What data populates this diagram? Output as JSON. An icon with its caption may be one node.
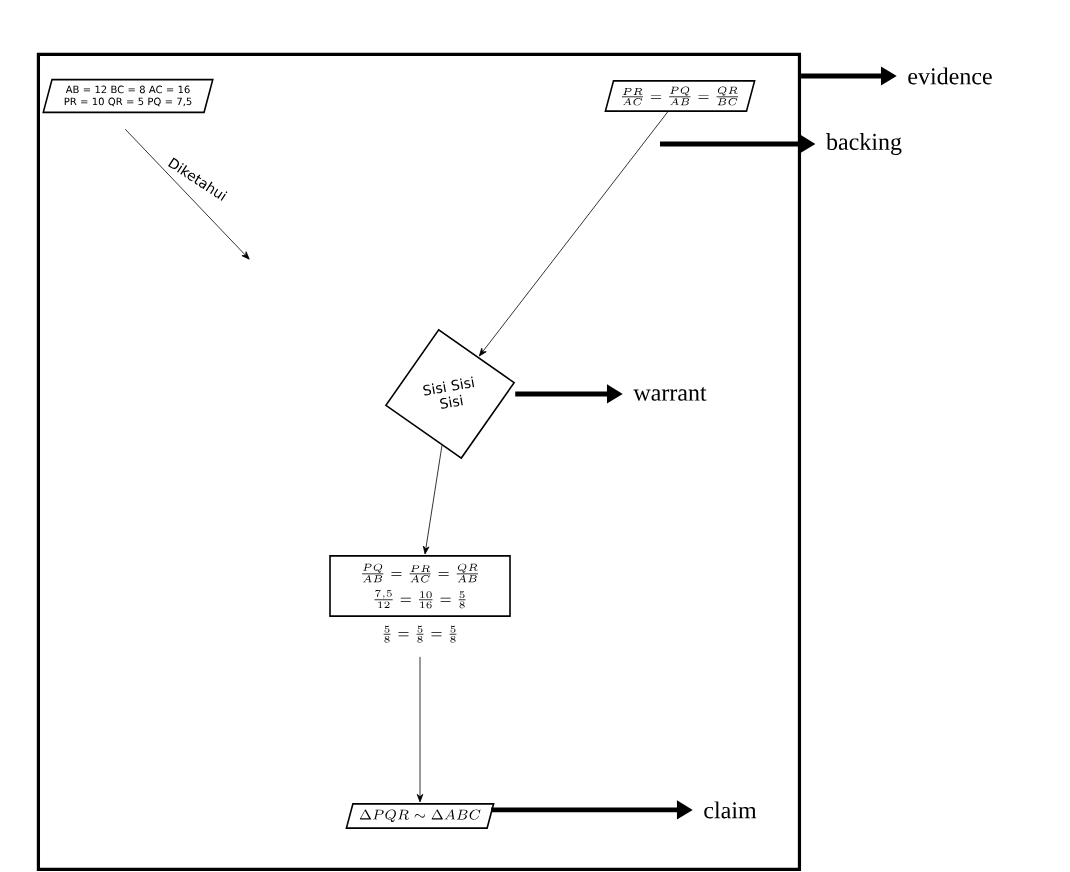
{
  "diagram": {
    "nodes": [
      {
        "text": [],
        "shape": "box"
      },
      {
        "text": [
          "AB = 12 BC = 8 AC = 16 PR = 10 QR = 5 PQ = 7,5"
        ],
        "in": 0
      },
      {
        "text": [
          "\\frac{PR}{AC}=\\frac{PQ}{AB}=\\frac{QR}{BC}"
        ],
        "in": 0
      },
      {
        "text": [
          "Sisi Sisi Sisi"
        ],
        "in": 0
      },
      {
        "text": [
          "\\frac{PQ}{AB}=\\frac{PR}{AC}=\\frac{QR}{AB}",
          "\\frac{7,5}{12}=\\frac{10}{16}=\\frac{5}{8}"
        ],
        "beside": [
          "\\frac{5}{8}=\\frac{5}{8}=\\frac{5}{8}"
        ],
        "in": 0
      },
      {
        "text": [
          "\\Delta PQR \\sim \\Delta ABC"
        ],
        "in": 0
      },
      {
        "text": [
          "evidence"
        ]
      },
      {
        "text": [
          "backing"
        ]
      },
      {
        "text": [
          "warrant"
        ],
        "in": 0
      },
      {
        "text": [
          "claim"
        ],
        "in": 0
      }
    ],
    "edges": [
      {
        "from": 1,
        "to": null,
        "arrow": "to",
        "label": "Diketahui"
      },
      {
        "from": 2,
        "to": 3,
        "arrow": "to"
      },
      {
        "from": 3,
        "to": 4,
        "arrow": "to"
      },
      {
        "from": 4,
        "to": 5,
        "arrow": "to"
      },
      {
        "from": 0,
        "to": 6,
        "arrow": "to",
        "style": "thick"
      },
      {
        "from": 2,
        "to": 7,
        "arrow": "to",
        "style": "thick"
      },
      {
        "from": 3,
        "to": 8,
        "arrow": "to",
        "style": "thick"
      },
      {
        "from": 5,
        "to": 9,
        "arrow": "to",
        "style": "thick"
      }
    ]
  }
}
